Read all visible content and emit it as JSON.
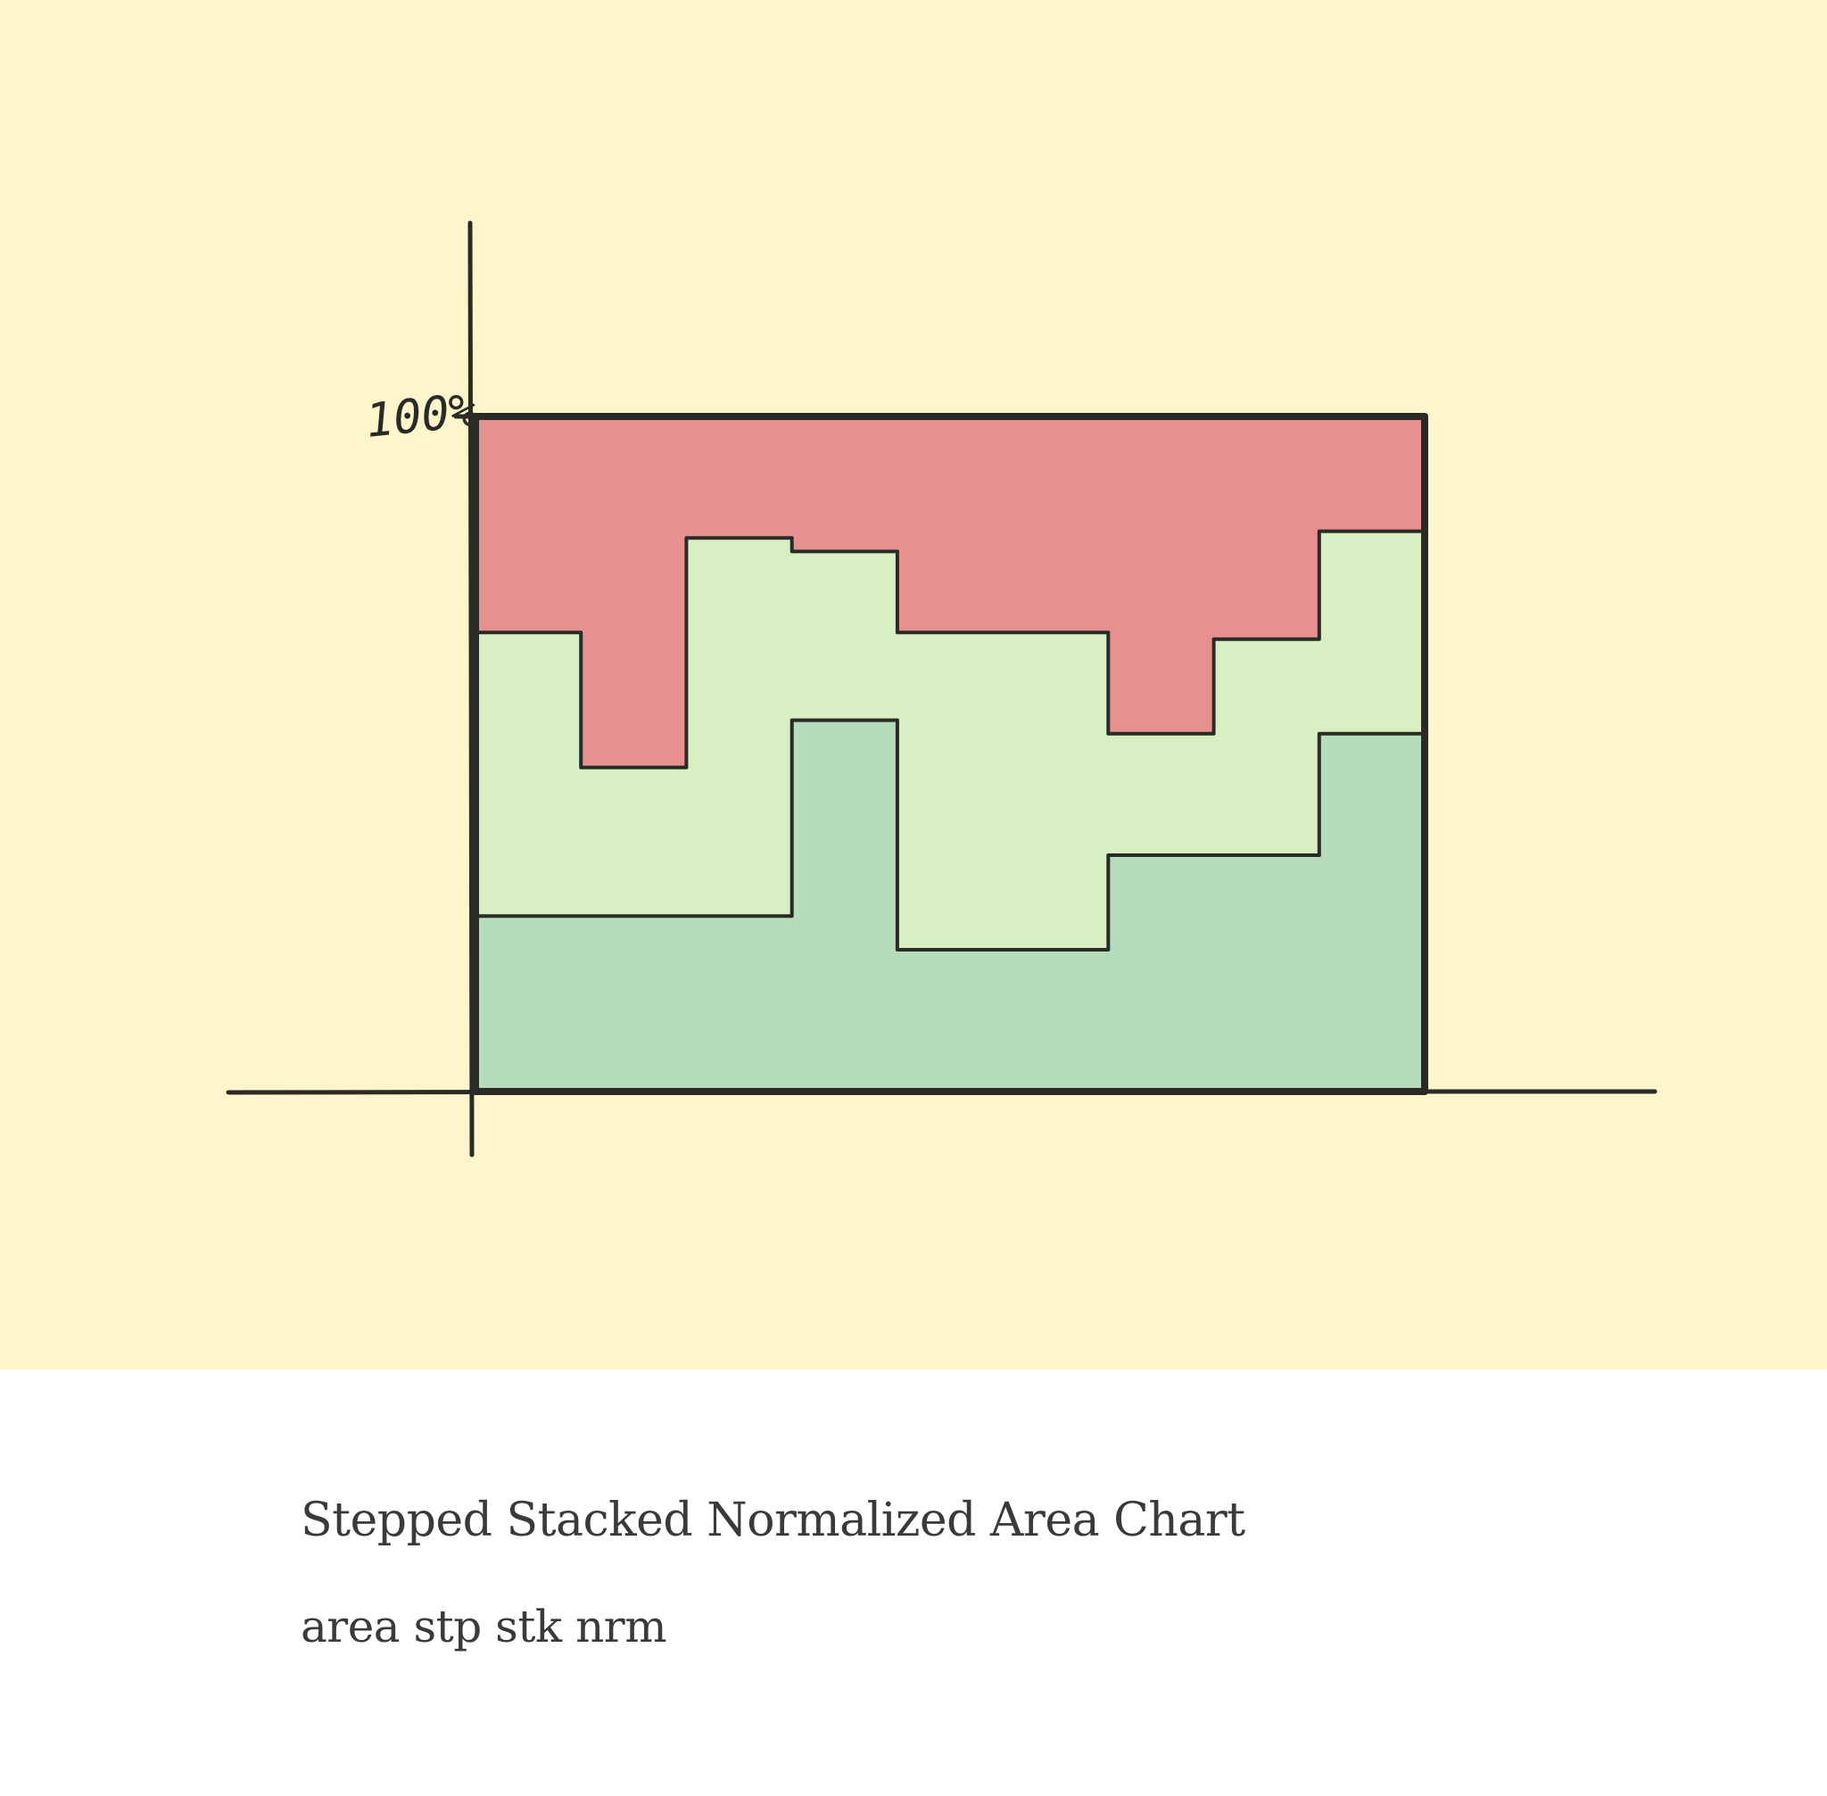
{
  "chart_data": {
    "type": "area",
    "stacked": true,
    "normalized": true,
    "step": true,
    "x": [
      0,
      1,
      2,
      3,
      4,
      5,
      6,
      7,
      8
    ],
    "series": [
      {
        "values": [
          26,
          26,
          26,
          55,
          21,
          21,
          35,
          35,
          53
        ],
        "color": "#b5dcbb"
      },
      {
        "values": [
          42,
          22,
          56,
          25,
          47,
          47,
          18,
          32,
          30
        ],
        "color": "#d8efc4"
      },
      {
        "values": [
          32,
          52,
          18,
          20,
          32,
          32,
          47,
          33,
          17
        ],
        "color": "#e69090"
      }
    ],
    "ylim": [
      0,
      100
    ],
    "tick_labels": {
      "y": [
        "100%"
      ]
    },
    "grid": false,
    "legend": "none"
  },
  "caption": {
    "title": "Stepped Stacked Normalized Area Chart",
    "tags": "area stp stk nrm"
  },
  "colors": {
    "background": "#fef5cc",
    "stroke": "#2a2a26"
  }
}
